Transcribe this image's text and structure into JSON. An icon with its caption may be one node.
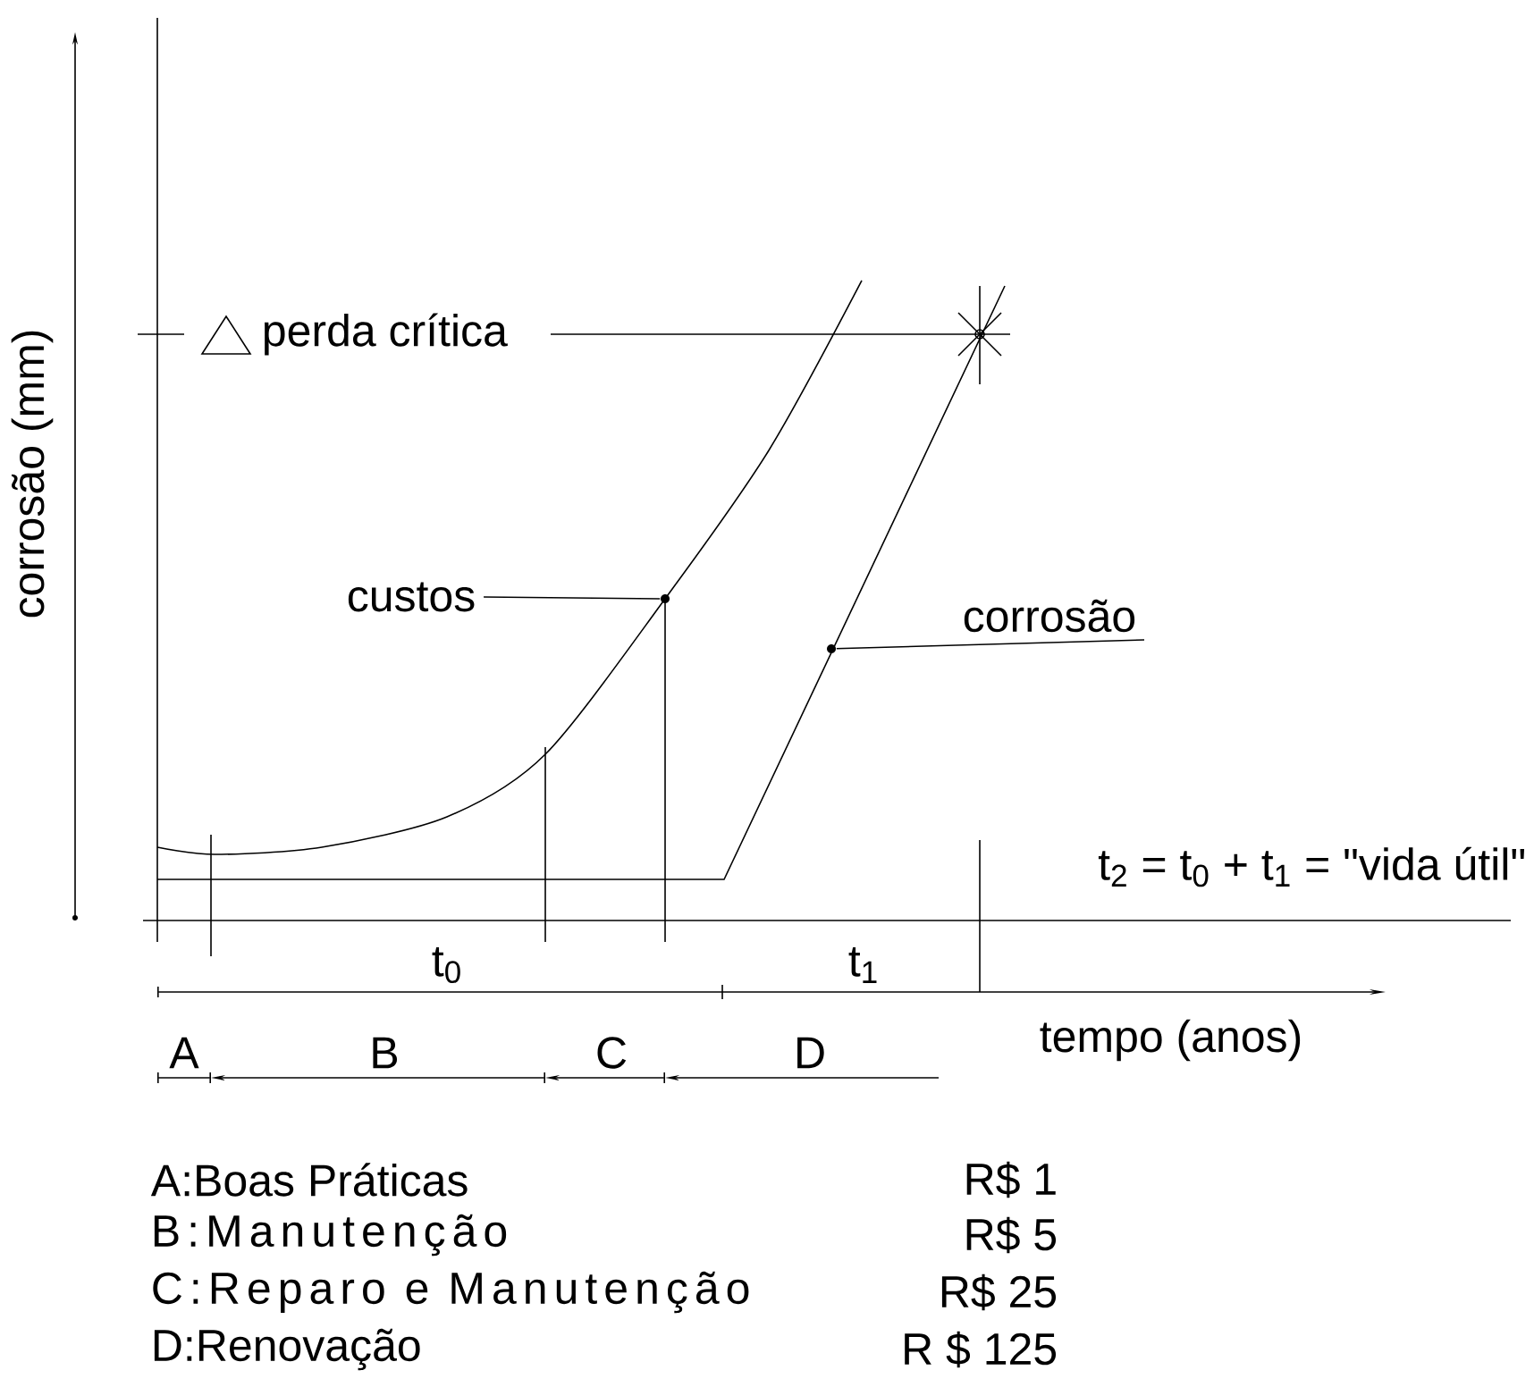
{
  "diagram": {
    "nodes": [
      {
        "text": [
          "custos"
        ]
      },
      {
        "text": [
          "corrosão"
        ]
      },
      {
        "text": [],
        "shape": "circle"
      },
      {
        "text": [],
        "shape": "circle"
      }
    ],
    "edges": [
      {
        "from": 0,
        "to": 2,
        "arrow": "none"
      },
      {
        "from": 1,
        "to": 3,
        "arrow": "none"
      }
    ],
    "labels": [
      "corrosão  (mm)",
      "perda crítica",
      "t$_{2}$ = t$_{0}$ + t$_{1}$ = \"vida útil\"",
      "t$_{0}$",
      "t$_{1}$",
      "A",
      "B",
      "C",
      "D",
      "tempo (anos)",
      "A:Boas Práticas",
      "R$ 1",
      "B:Manutenção",
      "R$ 5",
      "C:Reparo e Manutenção",
      "R$ 25",
      "D:Renovação",
      "R $ 125"
    ]
  }
}
